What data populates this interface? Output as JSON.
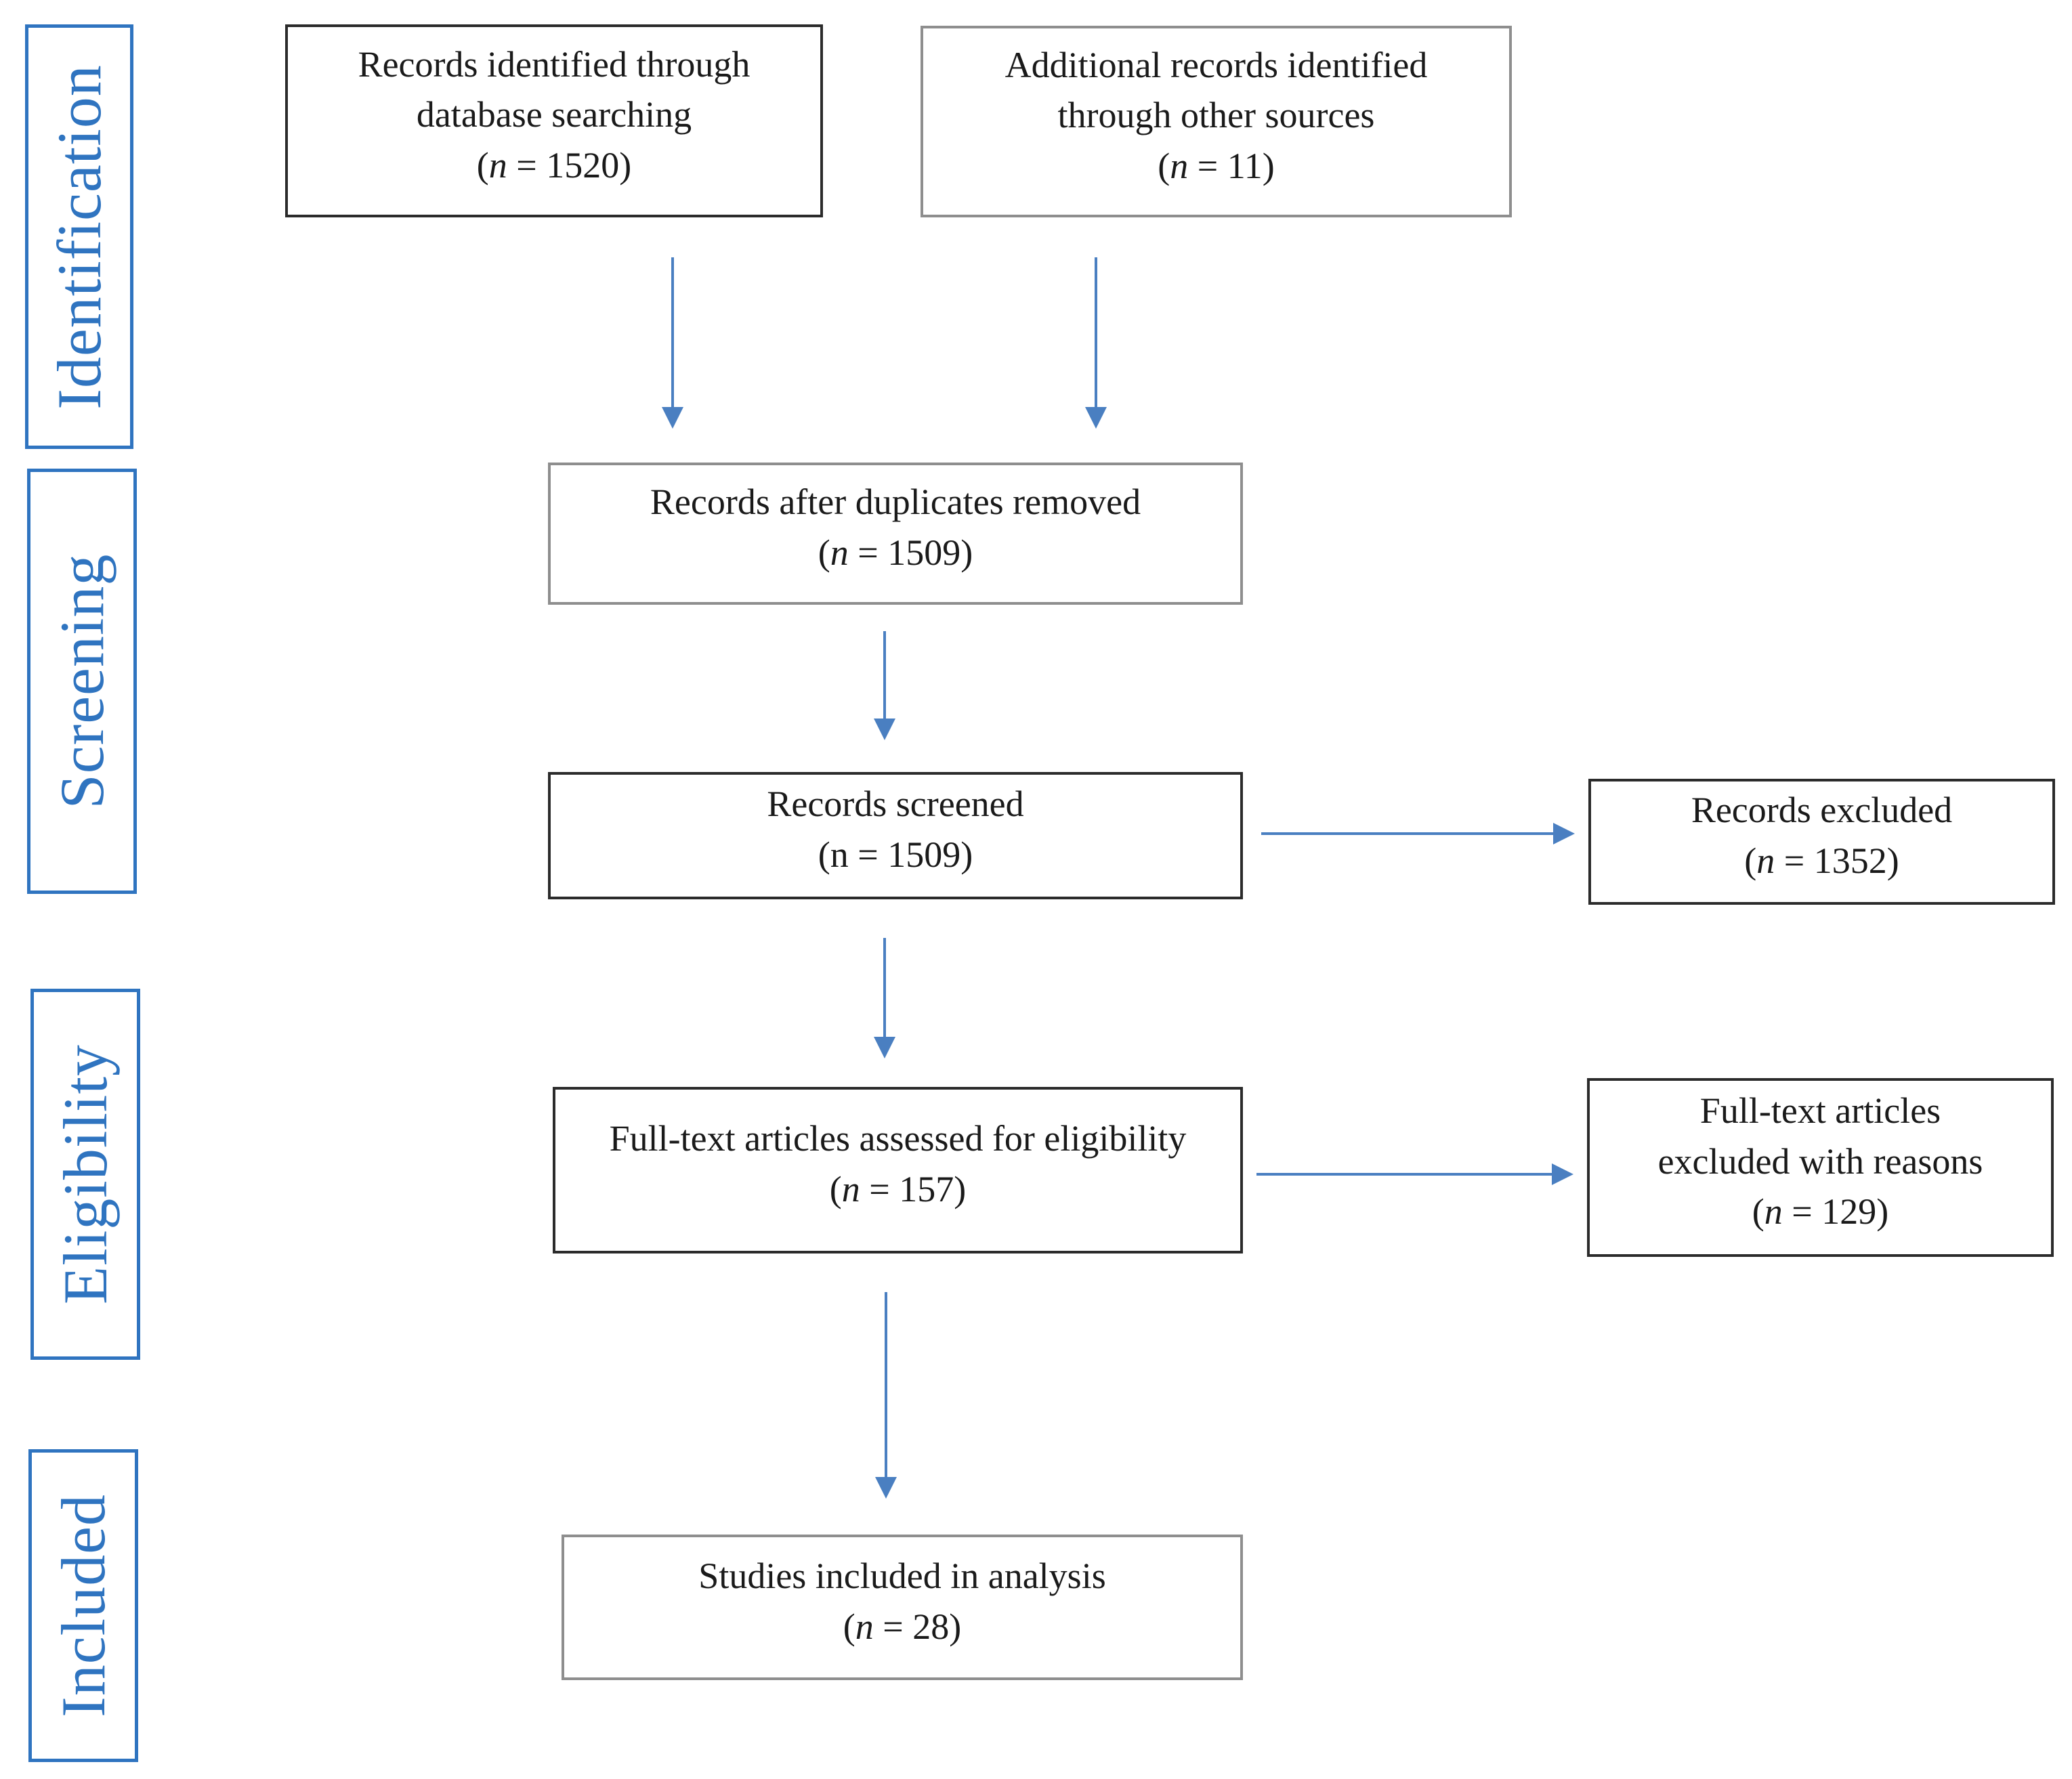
{
  "colors": {
    "stage_accent": "#2f74c0",
    "arrow": "#4a7fc1",
    "box_border": "#2b2b2b"
  },
  "stages": {
    "identification": "Identification",
    "screening": "Screening",
    "eligibility": "Eligibility",
    "included": "Included"
  },
  "nodes": {
    "database": {
      "lines": [
        "Records identified through",
        "database searching"
      ],
      "n_label": "n",
      "n_value": "1520"
    },
    "other_sources": {
      "lines": [
        "Additional records identified",
        "through other sources"
      ],
      "n_label": "n",
      "n_value": "11"
    },
    "deduplicated": {
      "lines": [
        "Records after duplicates removed"
      ],
      "n_label": "n",
      "n_value": "1509"
    },
    "screened": {
      "lines": [
        "Records screened"
      ],
      "n_label": "n",
      "n_value": "1509"
    },
    "excluded": {
      "lines": [
        "Records excluded"
      ],
      "n_label": "n",
      "n_value": "1352"
    },
    "fulltext": {
      "lines": [
        "Full-text articles assessed for eligibility"
      ],
      "n_label": "n",
      "n_value": "157"
    },
    "fulltext_excluded": {
      "lines": [
        "Full-text articles",
        "excluded with reasons"
      ],
      "n_label": "n",
      "n_value": "129"
    },
    "included": {
      "lines": [
        "Studies included in analysis"
      ],
      "n_label": "n",
      "n_value": "28"
    }
  }
}
